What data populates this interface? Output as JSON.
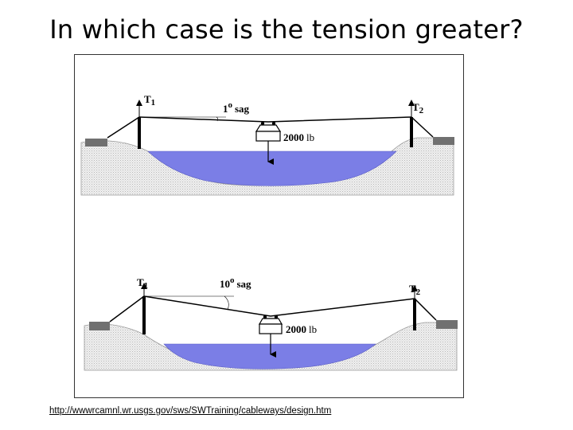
{
  "slide": {
    "title": "In which case is the tension greater?",
    "source_url": "http://wwwrcamnl.wr.usgs.gov/sws/SWTraining/cableways/design.htm"
  },
  "diagram": {
    "top_case": {
      "left_tension": "T",
      "left_subscript": "1",
      "right_tension": "T",
      "right_subscript": "2",
      "sag_number": "1",
      "sag_unit": "o",
      "sag_word": "sag",
      "load_number": "2000",
      "load_unit": "lb"
    },
    "bottom_case": {
      "left_tension": "T",
      "left_subscript": "1",
      "right_tension": "T",
      "right_subscript": "2",
      "sag_number": "10",
      "sag_unit": "o",
      "sag_word": "sag",
      "load_number": "2000",
      "load_unit": "lb"
    },
    "colors": {
      "water": "#7b7ee6",
      "ground_fill": "#e8e8e8",
      "anchor_block": "#707070",
      "tower": "#000000"
    }
  }
}
